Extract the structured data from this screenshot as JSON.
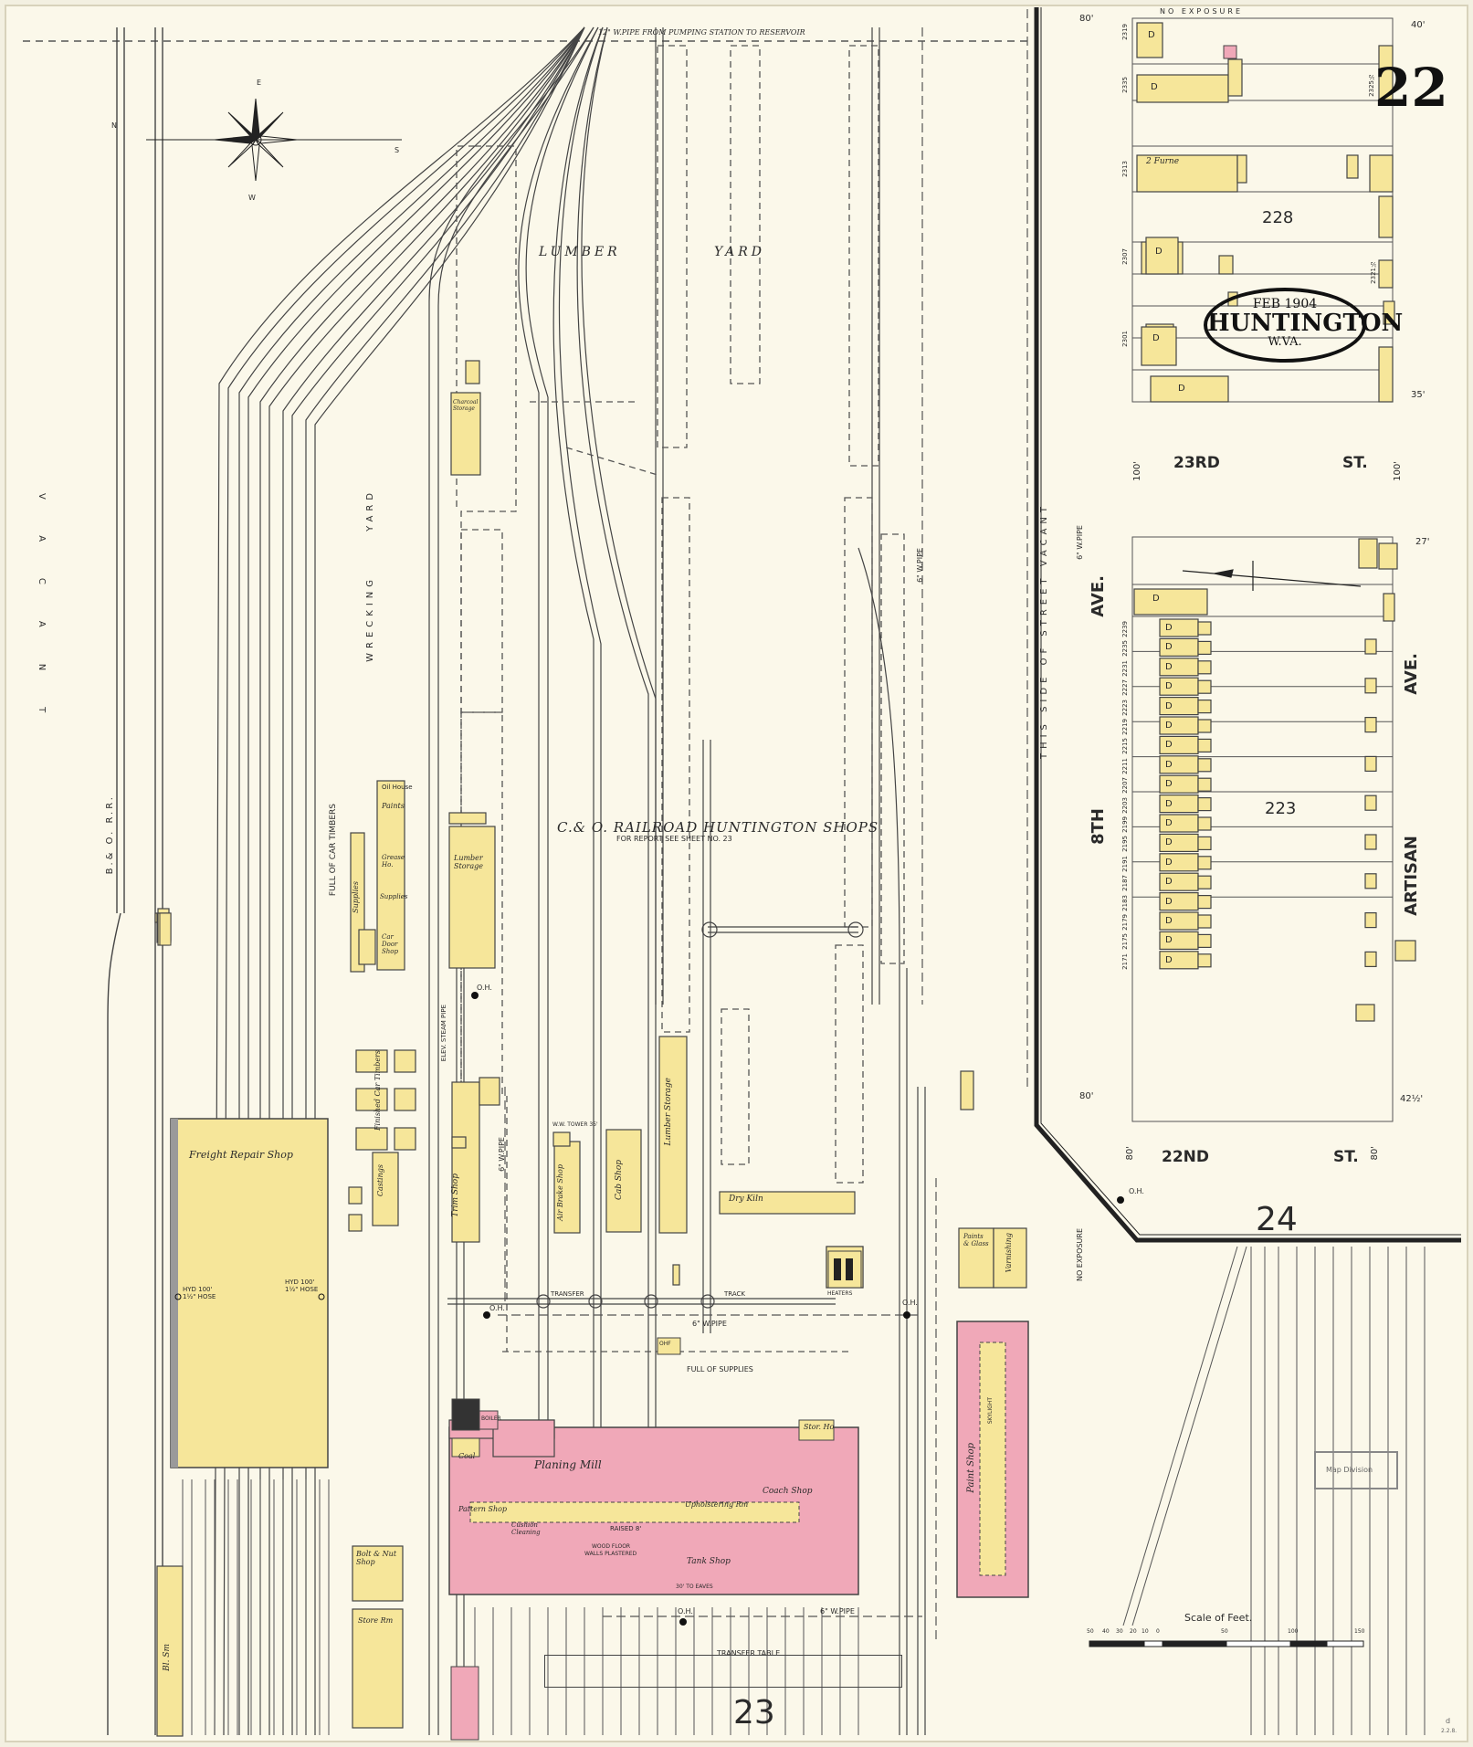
{
  "sheet": {
    "number": "22",
    "date": "FEB 1904",
    "city": "HUNTINGTON",
    "state": "W.VA."
  },
  "adjacent_sheets": [
    "23",
    "24"
  ],
  "blocks": [
    "228",
    "223"
  ],
  "streets": {
    "ave8": [
      "8TH",
      "AVE."
    ],
    "st23": [
      "23RD",
      "ST."
    ],
    "st22": [
      "22ND",
      "ST."
    ],
    "artisan": "ARTISAN",
    "artisan_ave": "AVE.",
    "this_side": "THIS SIDE OF STREET VACANT",
    "bo_rr": "B.& O. R.R."
  },
  "widths": {
    "w100a": "100'",
    "w100b": "100'",
    "w80a": "80'",
    "w80b": "80'",
    "w80c": "80'",
    "w80d": "80'",
    "w40": "40'",
    "w35": "35'",
    "w27": "27'",
    "w42": "42½'"
  },
  "railroad": {
    "title": "C.& O. RAILROAD HUNTINGTON SHOPS",
    "subtitle": "FOR REPORT SEE SHEET NO. 23"
  },
  "areas": {
    "lumber": "LUMBER",
    "yard": "YARD",
    "vacant": "VACANT",
    "wrecking": "WRECKING",
    "yard2": "YARD",
    "full_timbers": "FULL OF CAR TIMBERS",
    "full_supplies": "FULL OF SUPPLIES",
    "no_exposure_top": "NO EXPOSURE",
    "no_exposure_right": "NO EXPOSURE",
    "transfer_table": "TRANSFER TABLE"
  },
  "pipes": {
    "main": "12\" W.PIPE FROM PUMPING STATION TO RESERVOIR",
    "p6a": "6\" W.PIPE",
    "p6b": "6\" W.PIPE",
    "p6c": "6\" W.PIPE",
    "p6d": "6\" W.PIPE",
    "p6e": "6\" W.PIPE",
    "transfer": "TRANSFER",
    "track": "TRACK",
    "elev_steam": "ELEV. STEAM PIPE"
  },
  "hydrants": [
    "O.H.",
    "O.H.",
    "O.H.",
    "O.H.",
    "O.H."
  ],
  "buildings": {
    "freight_repair": "Freight Repair Shop",
    "hyd1": "HYD 100' 1½\" HOSE",
    "hyd2": "HYD 100' 1½\" HOSE",
    "oil_house": "Oil House",
    "paints": "Paints",
    "grease": "Grease Ho.",
    "supplies1": "Supplies",
    "car_door": "Car Door Shop",
    "supplies2": "Supplies",
    "lumber_storage1": "Lumber Storage",
    "charcoal": "Charcoal Storage",
    "finished_timbers": "Finished Car Timbers",
    "castings": "Castings",
    "trim_shop": "Trim Shop",
    "air_brake": "Air Brake Shop",
    "cab_shop": "Cab Shop",
    "lumber_storage2": "Lumber Storage",
    "dry_kiln": "Dry Kiln",
    "water_tower": "W.W. TOWER 35'",
    "heaters": "HEATERS",
    "paints_glass": "Paints & Glass",
    "varnishing": "Varnishing",
    "paint_shop": "Paint Shop",
    "skylight": "SKYLIGHT",
    "planing_mill": "Planing Mill",
    "pattern_shop": "Pattern Shop",
    "cushion": "Cushion Cleaning",
    "upholstering": "Upholstering Rm",
    "coach_shop": "Coach Shop",
    "tank_shop": "Tank Shop",
    "raised": "RAISED 8'",
    "wood_floor": "WOOD FLOOR",
    "walls_plastered": "WALLS PLASTERED",
    "to_eaves": "30' TO EAVES",
    "coal": "Coal",
    "stor_ho": "Stor. Ho",
    "oil_storage": "OHF",
    "boiler": "BOILER",
    "bolt_nut": "Bolt & Nut Shop",
    "store_rm": "Store Rm",
    "bl_sm": "Bl. Sm",
    "furn": "2 Furne"
  },
  "dwelling_letter": "D",
  "addresses_228": [
    "2319",
    "2335",
    "2313",
    "2307",
    "2301"
  ],
  "addresses_228r": [
    "2325½",
    "2321½"
  ],
  "addresses_223": [
    "2239",
    "2235",
    "2231",
    "2227",
    "2223",
    "2219",
    "2215",
    "2211",
    "2207",
    "2203",
    "2199",
    "2195",
    "2191",
    "2187",
    "2183",
    "2179",
    "2175",
    "2171"
  ],
  "scale": {
    "label": "Scale of Feet.",
    "ticks": [
      "50",
      "40",
      "30",
      "20",
      "10",
      "0",
      "50",
      "100",
      "150"
    ]
  },
  "stamp": "Map Division",
  "corner_note": "d",
  "corner_note2": "2.2.8.",
  "compass": {
    "n": "N",
    "s": "S",
    "e": "E",
    "w": "W"
  },
  "colors": {
    "paper": "#f3f0e1",
    "frame": "#fbf8ea",
    "yellow": "#f6e69a",
    "pink": "#f0a8b8",
    "ink": "#2a2a2a"
  }
}
